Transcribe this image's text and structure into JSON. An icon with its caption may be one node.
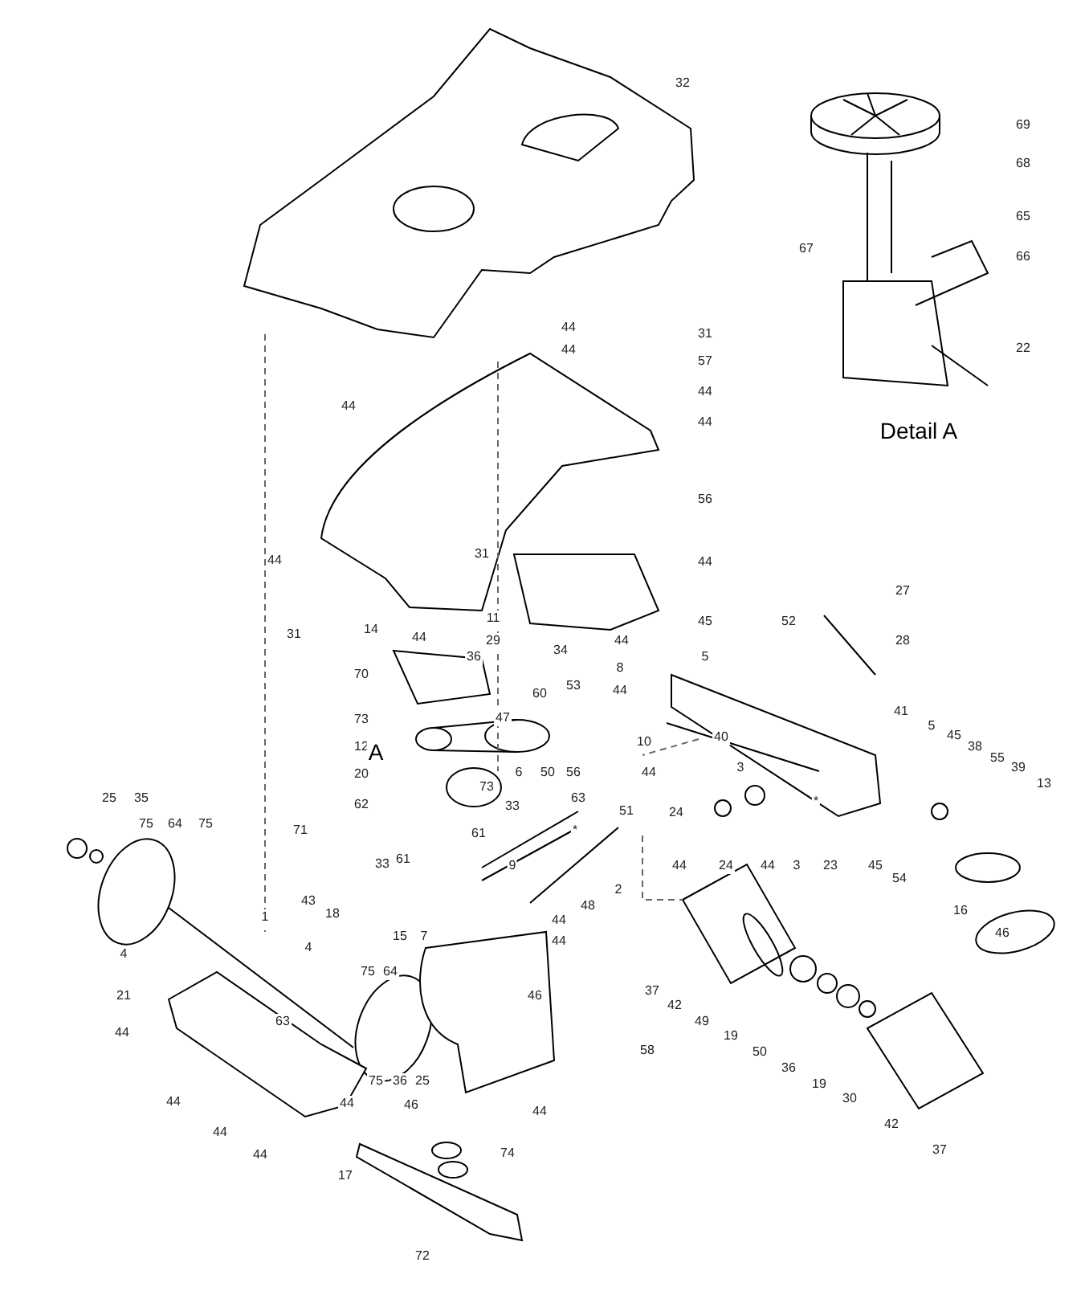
{
  "diagram": {
    "labels": [
      "32",
      "69",
      "68",
      "65",
      "67",
      "66",
      "22",
      "Detail A",
      "44",
      "44",
      "31",
      "57",
      "44",
      "44",
      "44",
      "56",
      "44",
      "31",
      "44",
      "27",
      "52",
      "28",
      "45",
      "31",
      "14",
      "44",
      "11",
      "29",
      "36",
      "70",
      "34",
      "44",
      "5",
      "8",
      "60",
      "53",
      "44",
      "41",
      "5",
      "45",
      "38",
      "55",
      "39",
      "13",
      "73",
      "47",
      "12",
      "10",
      "40",
      "A",
      "20",
      "6",
      "50",
      "56",
      "44",
      "73",
      "62",
      "33",
      "63",
      "71",
      "61",
      "*",
      "9",
      "51",
      "25",
      "35",
      "75",
      "64",
      "75",
      "3",
      "24",
      "44",
      "24",
      "44",
      "3",
      "*",
      "23",
      "45",
      "54",
      "16",
      "46",
      "33",
      "61",
      "1",
      "43",
      "18",
      "15",
      "7",
      "4",
      "4",
      "2",
      "48",
      "75",
      "64",
      "44",
      "44",
      "21",
      "46",
      "44",
      "63",
      "37",
      "42",
      "49",
      "19",
      "58",
      "50",
      "36",
      "19",
      "30",
      "75",
      "36",
      "25",
      "44",
      "44",
      "46",
      "44",
      "42",
      "44",
      "44",
      "74",
      "37",
      "17",
      "72"
    ]
  }
}
